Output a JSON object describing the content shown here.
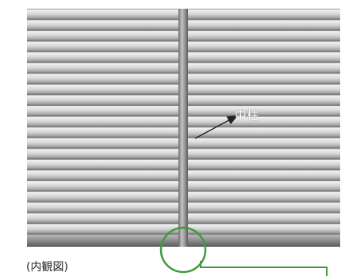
{
  "labels": {
    "center_post": "中柱",
    "inner_view": "(内観図)"
  },
  "colors": {
    "slat_light": "#e6e6e6",
    "slat_dark": "#8a8a8a",
    "post": "#8f8f8f",
    "post_highlight": "#bdbdbd",
    "bottom_bar": "#7d7d7d",
    "circle": "#3f9a3f",
    "callout_line": "#3f9a3f",
    "arrow": "#222222"
  },
  "shutter": {
    "slat_count": 21
  }
}
